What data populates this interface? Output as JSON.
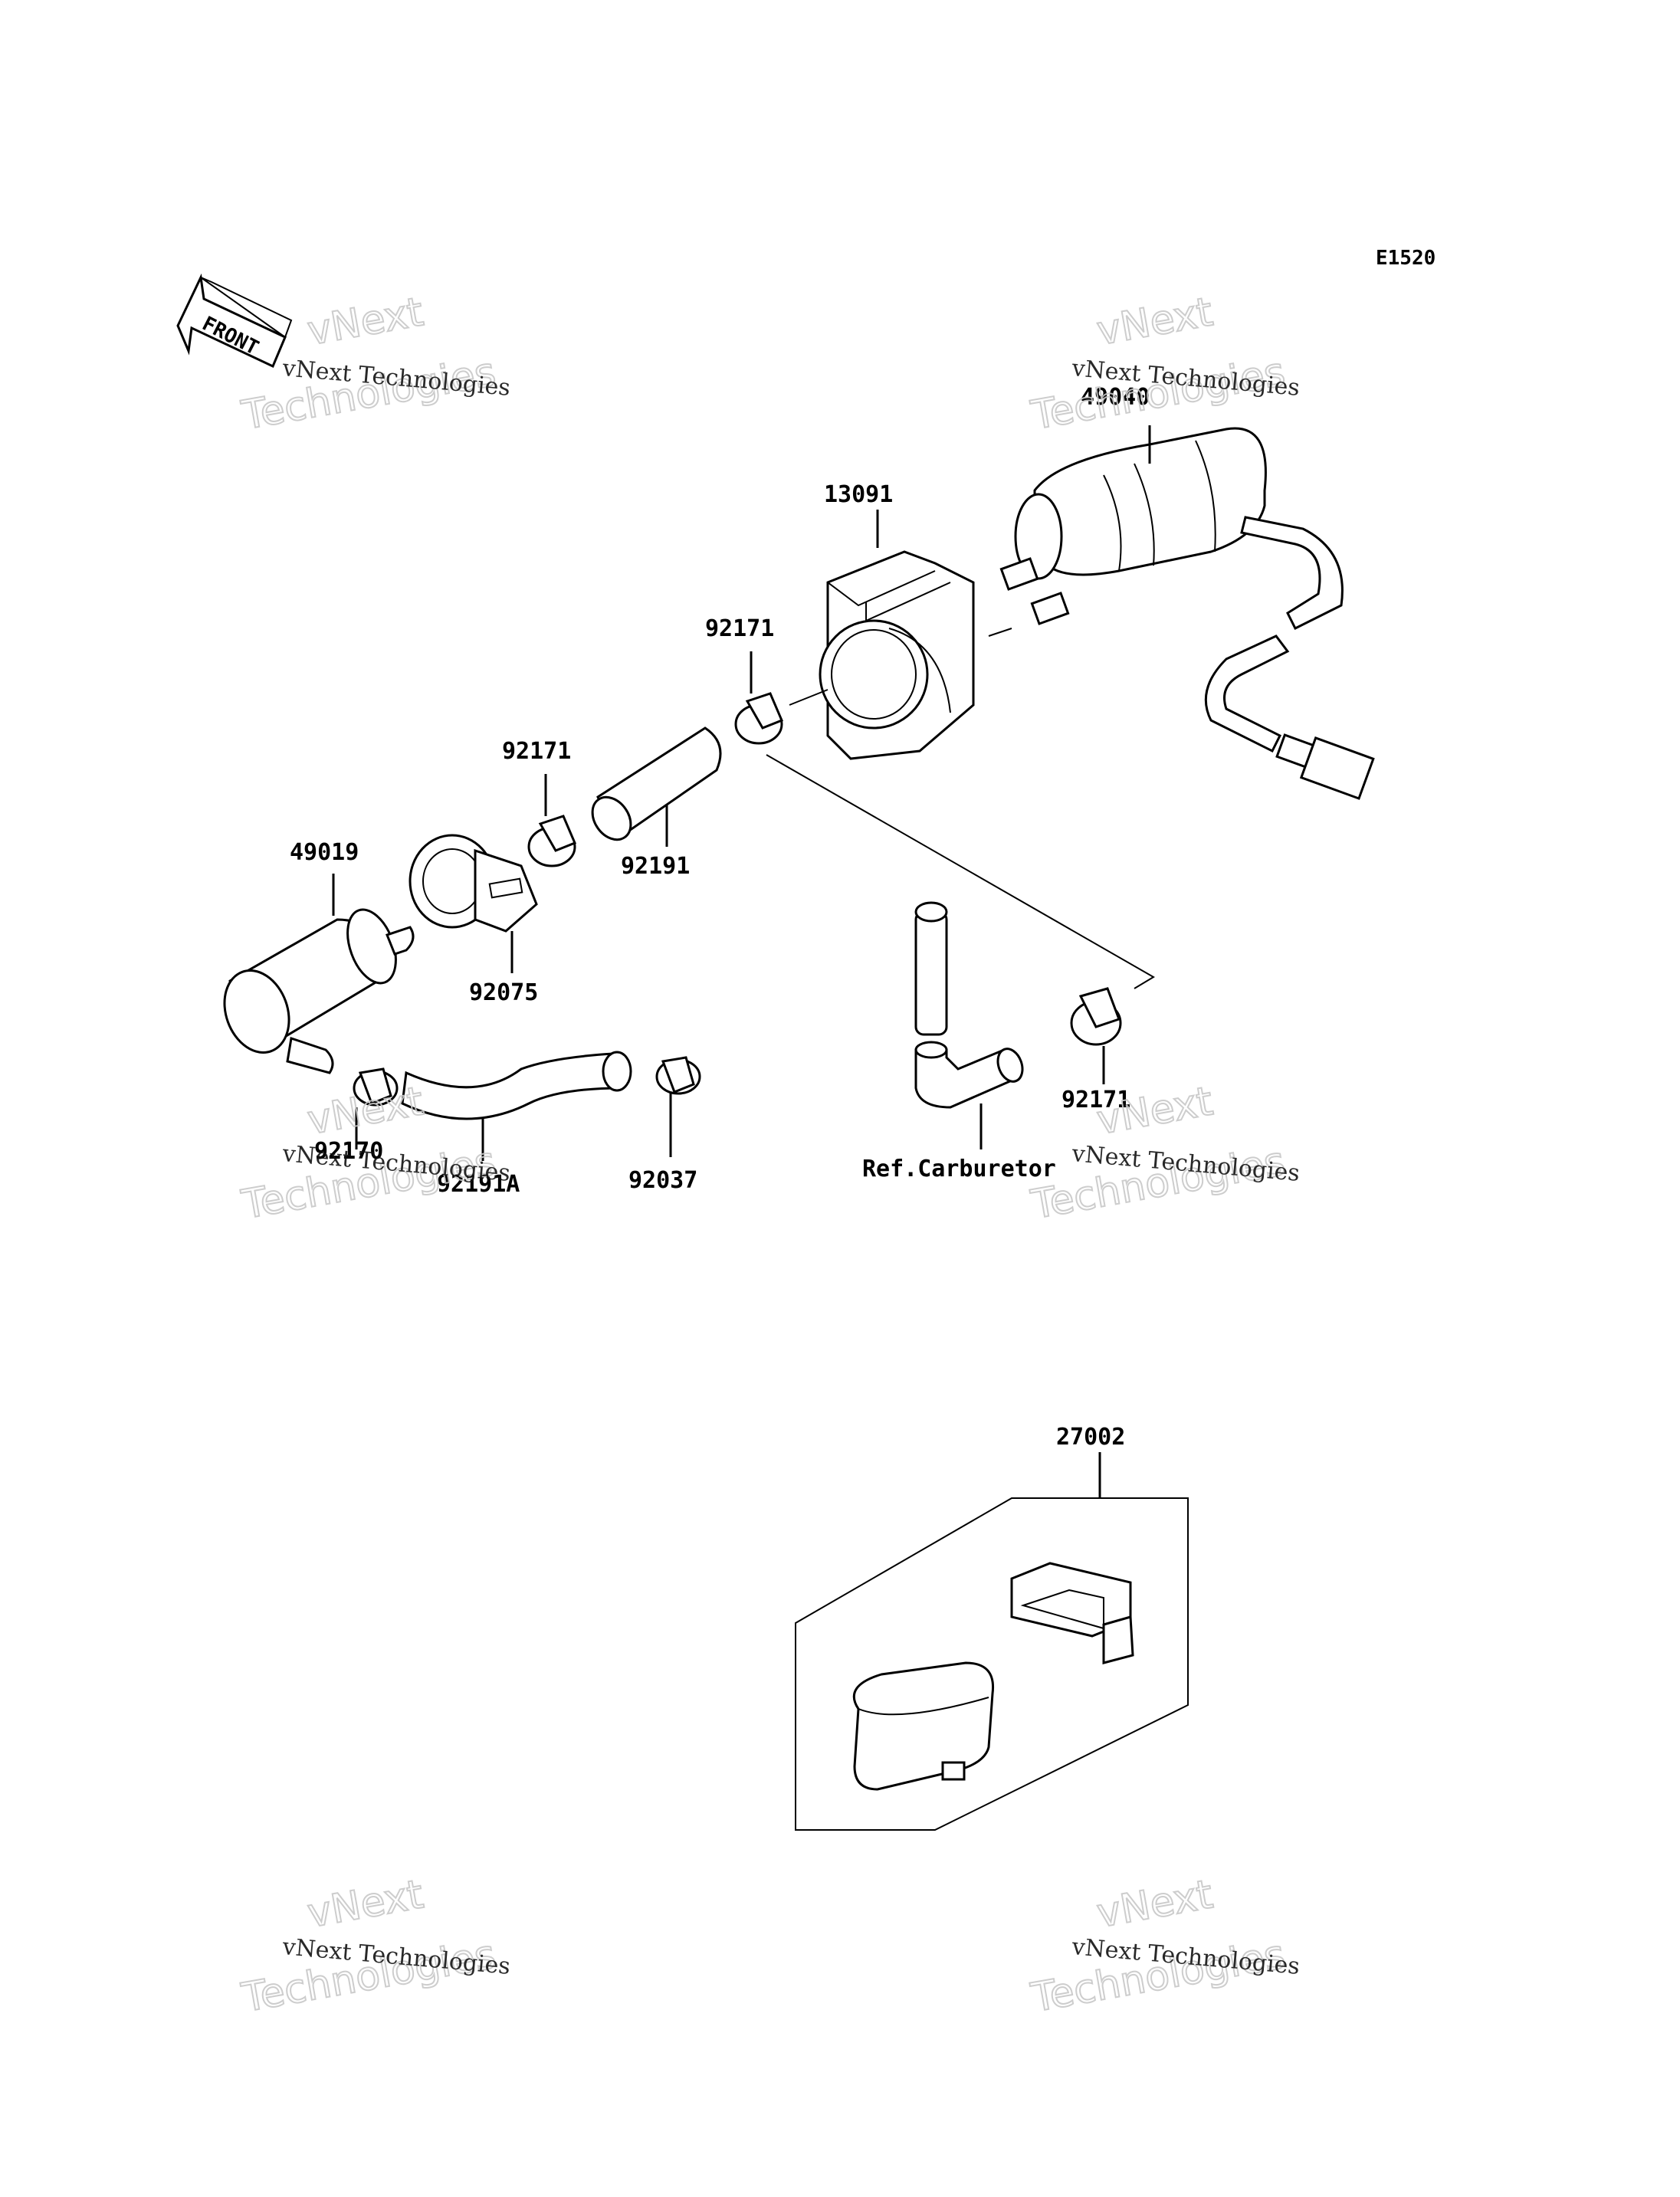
{
  "diagram_code": "E1520",
  "front_label": "FRONT",
  "watermark": {
    "line1": "vNext Technologies",
    "line2": "vNext",
    "line3": "Technologies"
  },
  "parts": {
    "p49040": "49040",
    "p13091": "13091",
    "p92171_top": "92171",
    "p92171_mid": "92171",
    "p92191": "92191",
    "p49019": "49019",
    "p92075": "92075",
    "p92170": "92170",
    "p92191A": "92191A",
    "p92037": "92037",
    "p92171_right": "92171",
    "p27002": "27002"
  },
  "ref_carburetor": "Ref.Carburetor"
}
